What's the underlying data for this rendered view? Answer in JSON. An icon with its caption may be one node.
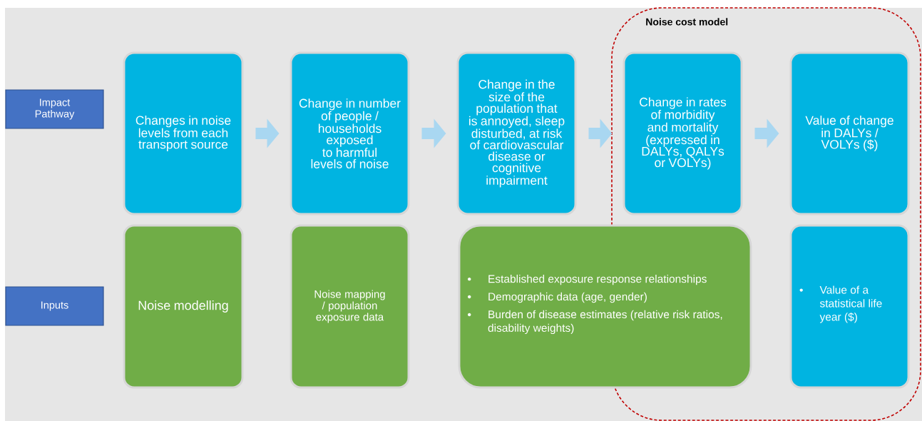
{
  "diagram": {
    "nodes": [
      {
        "text": [
          "Noise cost model"
        ]
      },
      {
        "text": [
          "Impact Pathway"
        ]
      },
      {
        "text": [
          "Changes in noise levels from each transport source"
        ]
      },
      {
        "text": [
          "Change in number of people / households exposed to harmful levels of noise"
        ]
      },
      {
        "text": [
          "Change in the size of the population that is annoyed, sleep disturbed, at risk of cardiovascular disease or cognitive impairment"
        ]
      },
      {
        "text": [
          "Change in rates of morbidity and mortality (expressed in DALYs, QALYs or VOLYs)"
        ],
        "in": 0
      },
      {
        "text": [
          "Value of change in DALYs / VOLYs ($)"
        ],
        "in": 0
      },
      {
        "text": [
          "Inputs"
        ]
      },
      {
        "text": [
          "Noise modelling"
        ]
      },
      {
        "text": [
          "Noise mapping / population exposure data"
        ]
      },
      {
        "text": [
          "Established exposure response relationships",
          "Demographic data (age, gender)",
          "Burden of disease estimates (relative risk ratios, disability weights)"
        ]
      },
      {
        "text": [
          "Value of a statistical life year ($)"
        ],
        "in": 0
      }
    ],
    "edges": [
      {
        "from": 2,
        "to": 3,
        "arrow": "to"
      },
      {
        "from": 3,
        "to": 4,
        "arrow": "to"
      },
      {
        "from": 4,
        "to": 5,
        "arrow": "to"
      },
      {
        "from": 5,
        "to": 6,
        "arrow": "to"
      }
    ]
  }
}
